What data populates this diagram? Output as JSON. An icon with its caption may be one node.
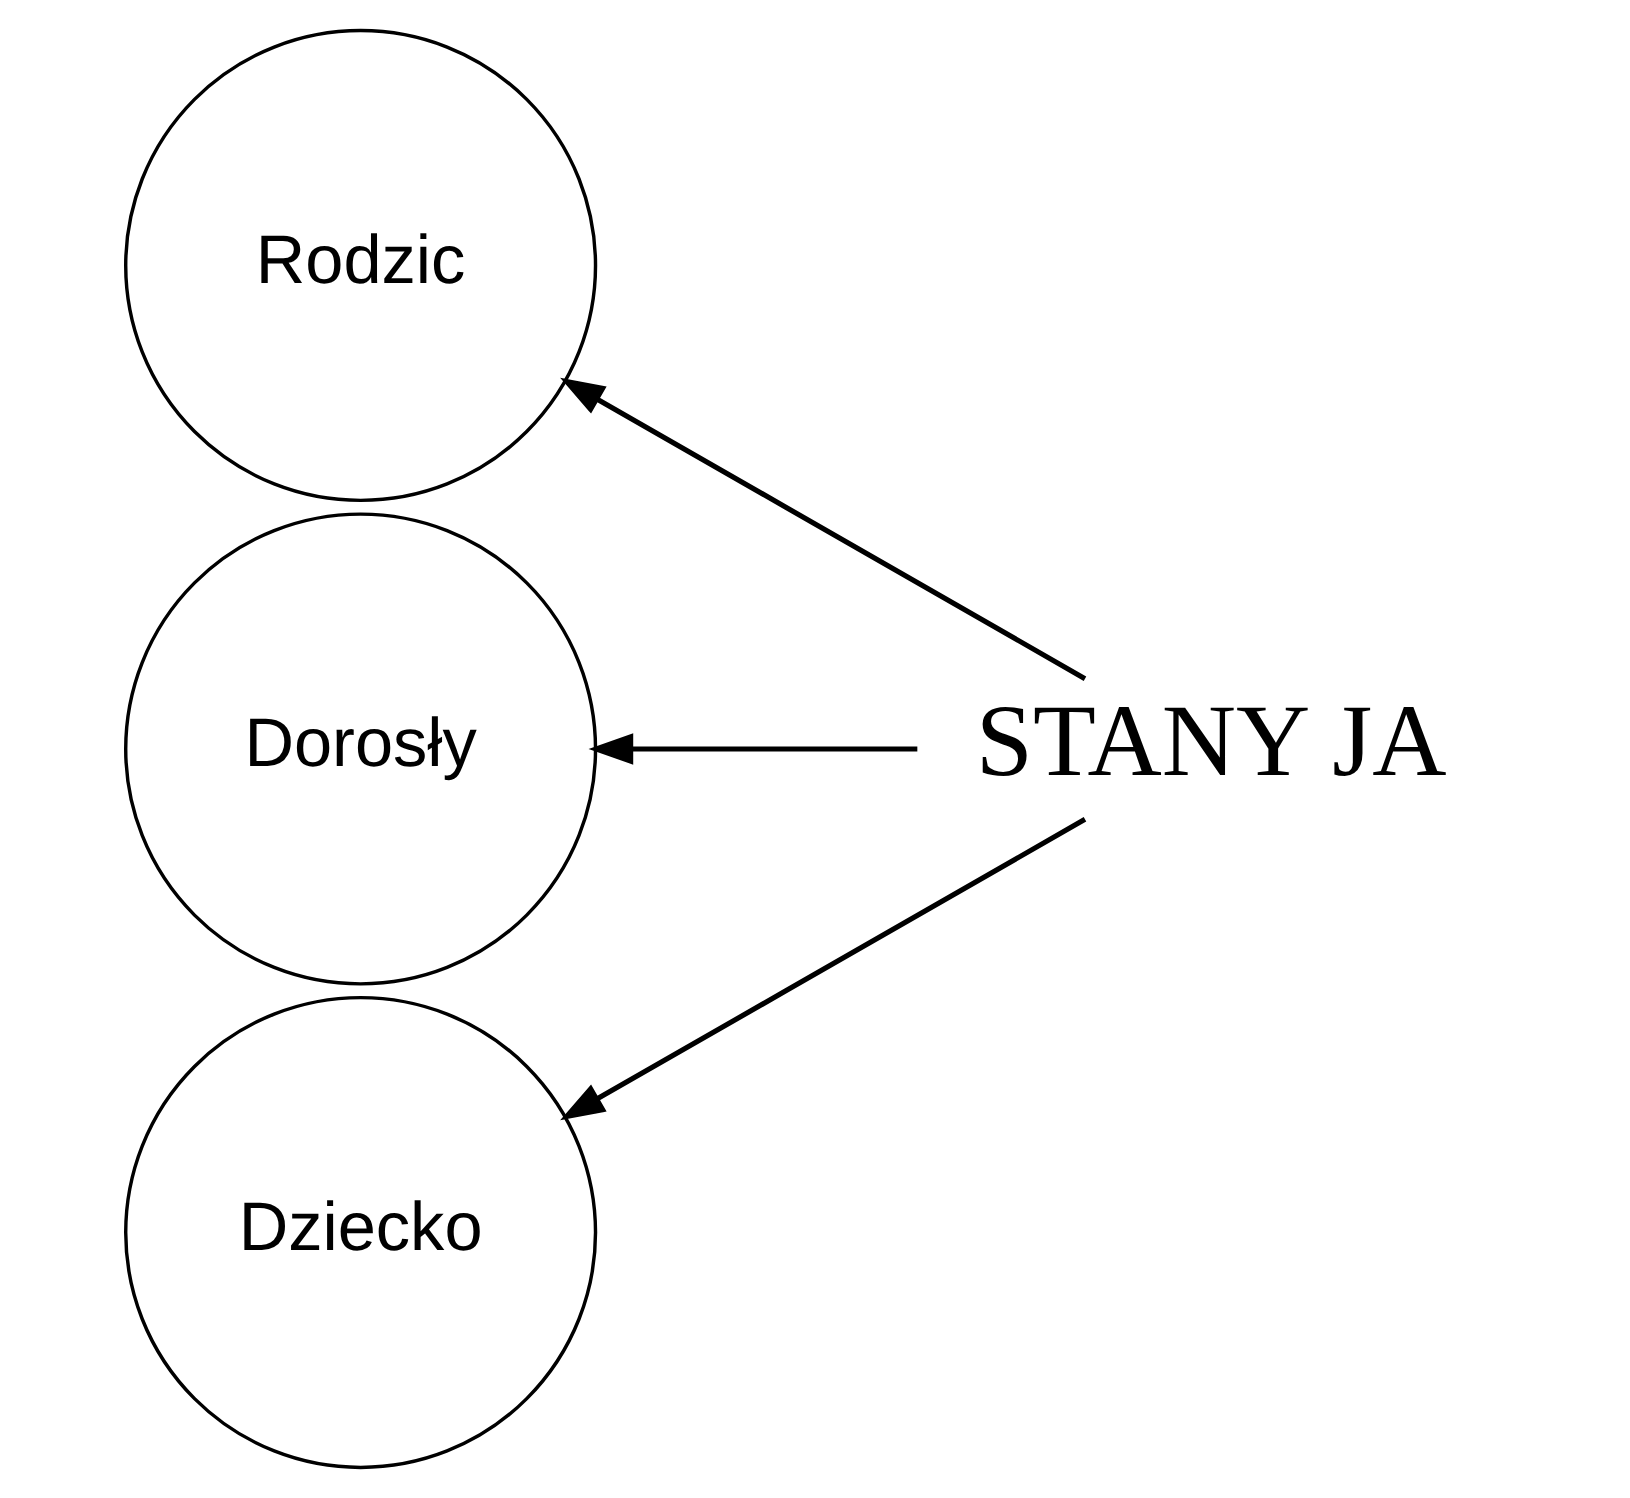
{
  "diagram": {
    "nodes": [
      {
        "text": [
          "Rodzic"
        ]
      },
      {
        "text": [
          "Dorosły"
        ]
      },
      {
        "text": [
          "Dziecko"
        ]
      },
      {
        "text": [
          "STANY JA"
        ]
      }
    ],
    "edges": [
      {
        "from": 3,
        "to": 0,
        "arrow": "to"
      },
      {
        "from": 3,
        "to": 1,
        "arrow": "to"
      },
      {
        "from": 3,
        "to": 2,
        "arrow": "to"
      }
    ]
  }
}
